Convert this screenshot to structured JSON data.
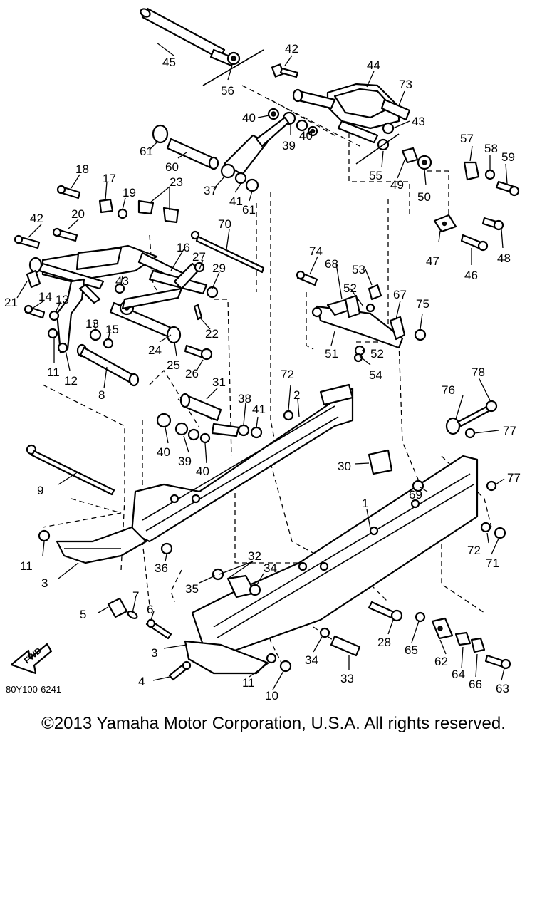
{
  "diagram": {
    "diagram_code": "80Y100-6241",
    "fwd_label": "FWD",
    "callouts": [
      "45",
      "56",
      "42",
      "44",
      "73",
      "43",
      "40",
      "39",
      "40",
      "61",
      "60",
      "37",
      "41",
      "61",
      "55",
      "49",
      "50",
      "57",
      "58",
      "59",
      "18",
      "17",
      "19",
      "23",
      "42",
      "20",
      "16",
      "27",
      "29",
      "70",
      "74",
      "68",
      "53",
      "52",
      "47",
      "46",
      "48",
      "21",
      "14",
      "13",
      "43",
      "13",
      "15",
      "22",
      "24",
      "25",
      "26",
      "67",
      "75",
      "51",
      "52",
      "54",
      "11",
      "12",
      "8",
      "72",
      "2",
      "31",
      "38",
      "41",
      "78",
      "76",
      "77",
      "40",
      "39",
      "40",
      "30",
      "9",
      "69",
      "77",
      "1",
      "72",
      "71",
      "11",
      "3",
      "36",
      "32",
      "34",
      "35",
      "5",
      "7",
      "6",
      "28",
      "65",
      "3",
      "34",
      "33",
      "62",
      "64",
      "66",
      "63",
      "4",
      "11",
      "10"
    ]
  },
  "footer": {
    "copyright": "©2013 Yamaha Motor Corporation, U.S.A. All rights reserved."
  }
}
